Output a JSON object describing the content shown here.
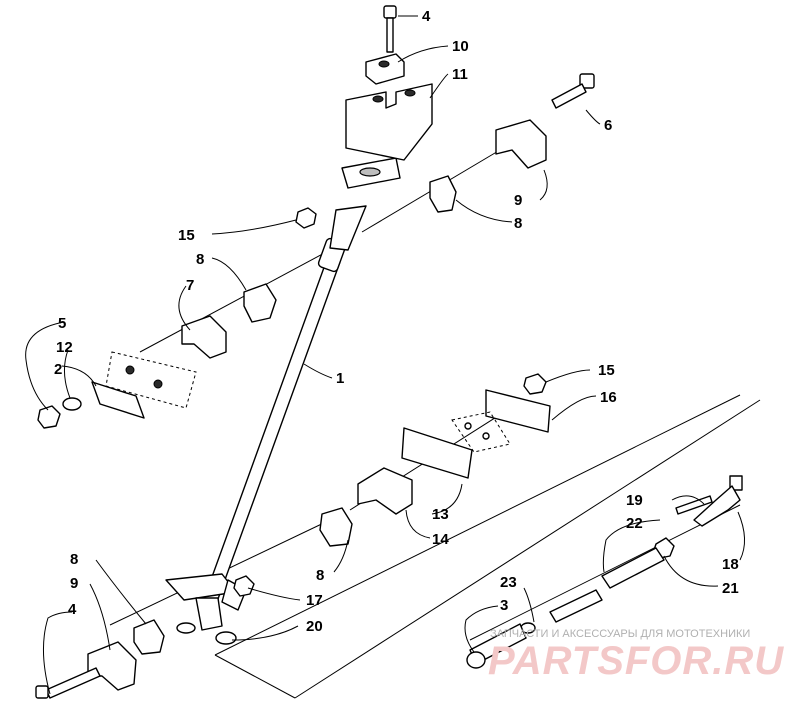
{
  "callouts": {
    "c4_top": "4",
    "c10": "10",
    "c11": "11",
    "c6": "6",
    "c9_top": "9",
    "c8_top": "8",
    "c15_top": "15",
    "c8_mid": "8",
    "c7": "7",
    "c5": "5",
    "c12": "12",
    "c2": "2",
    "c1": "1",
    "c15_right": "15",
    "c16": "16",
    "c13": "13",
    "c14": "14",
    "c19": "19",
    "c22": "22",
    "c18": "18",
    "c21": "21",
    "c8_low": "8",
    "c17": "17",
    "c20": "20",
    "c8_bottom": "8",
    "c9_bottom": "9",
    "c4_bottom": "4",
    "c23": "23",
    "c3": "3"
  },
  "watermark": {
    "caption": "ЗАПЧАСТИ И АКСЕССУАРЫ ДЛЯ МОТОТЕХНИКИ",
    "logo": "PARTSFOR.RU"
  }
}
